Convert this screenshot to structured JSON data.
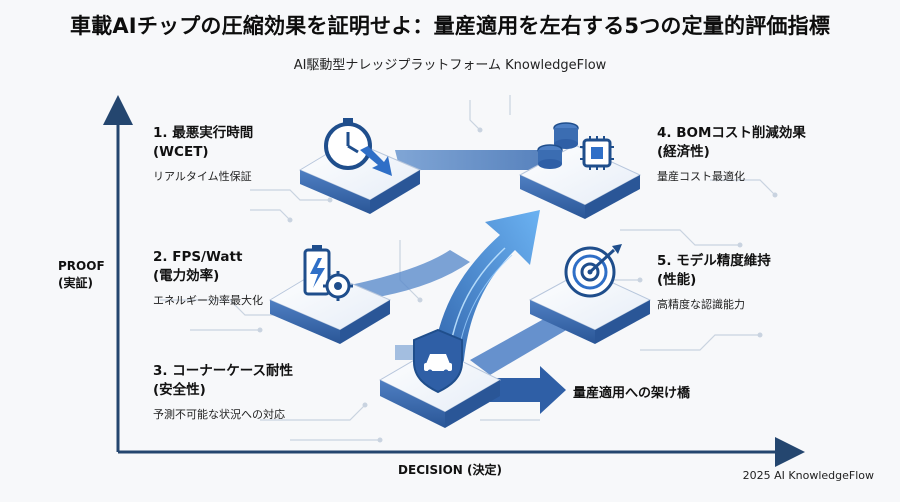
{
  "header": {
    "title": "車載AIチップの圧縮効果を証明せよ：量産適用を左右する5つの定量的評価指標",
    "subtitle": "AI駆動型ナレッジプラットフォーム KnowledgeFlow"
  },
  "axes": {
    "y_label_line1": "PROOF",
    "y_label_line2": "(実証)",
    "x_label": "DECISION (決定)"
  },
  "metrics": [
    {
      "title_line1": "1. 最悪実行時間",
      "title_line2": "(WCET)",
      "desc": "リアルタイム性保証",
      "icon": "stopwatch-icon"
    },
    {
      "title_line1": "2. FPS/Watt",
      "title_line2": "(電力効率)",
      "desc": "エネルギー効率最大化",
      "icon": "battery-gear-icon"
    },
    {
      "title_line1": "3. コーナーケース耐性",
      "title_line2": "(安全性)",
      "desc": "予測不可能な状況への対応",
      "icon": "car-shield-icon"
    },
    {
      "title_line1": "4. BOMコスト削減効果",
      "title_line2": "(経済性)",
      "desc": "量産コスト最適化",
      "icon": "coins-chip-icon"
    },
    {
      "title_line1": "5. モデル精度維持",
      "title_line2": "(性能)",
      "desc": "高精度な認識能力",
      "icon": "target-icon"
    }
  ],
  "bridge_label": "量産適用への架け橋",
  "footer": "2025 AI KnowledgeFlow",
  "colors": {
    "accent": "#1f4e8c",
    "tile_top": "#ffffff",
    "tile_side": "#3f6fb2",
    "glow": "#5aa9ff"
  }
}
